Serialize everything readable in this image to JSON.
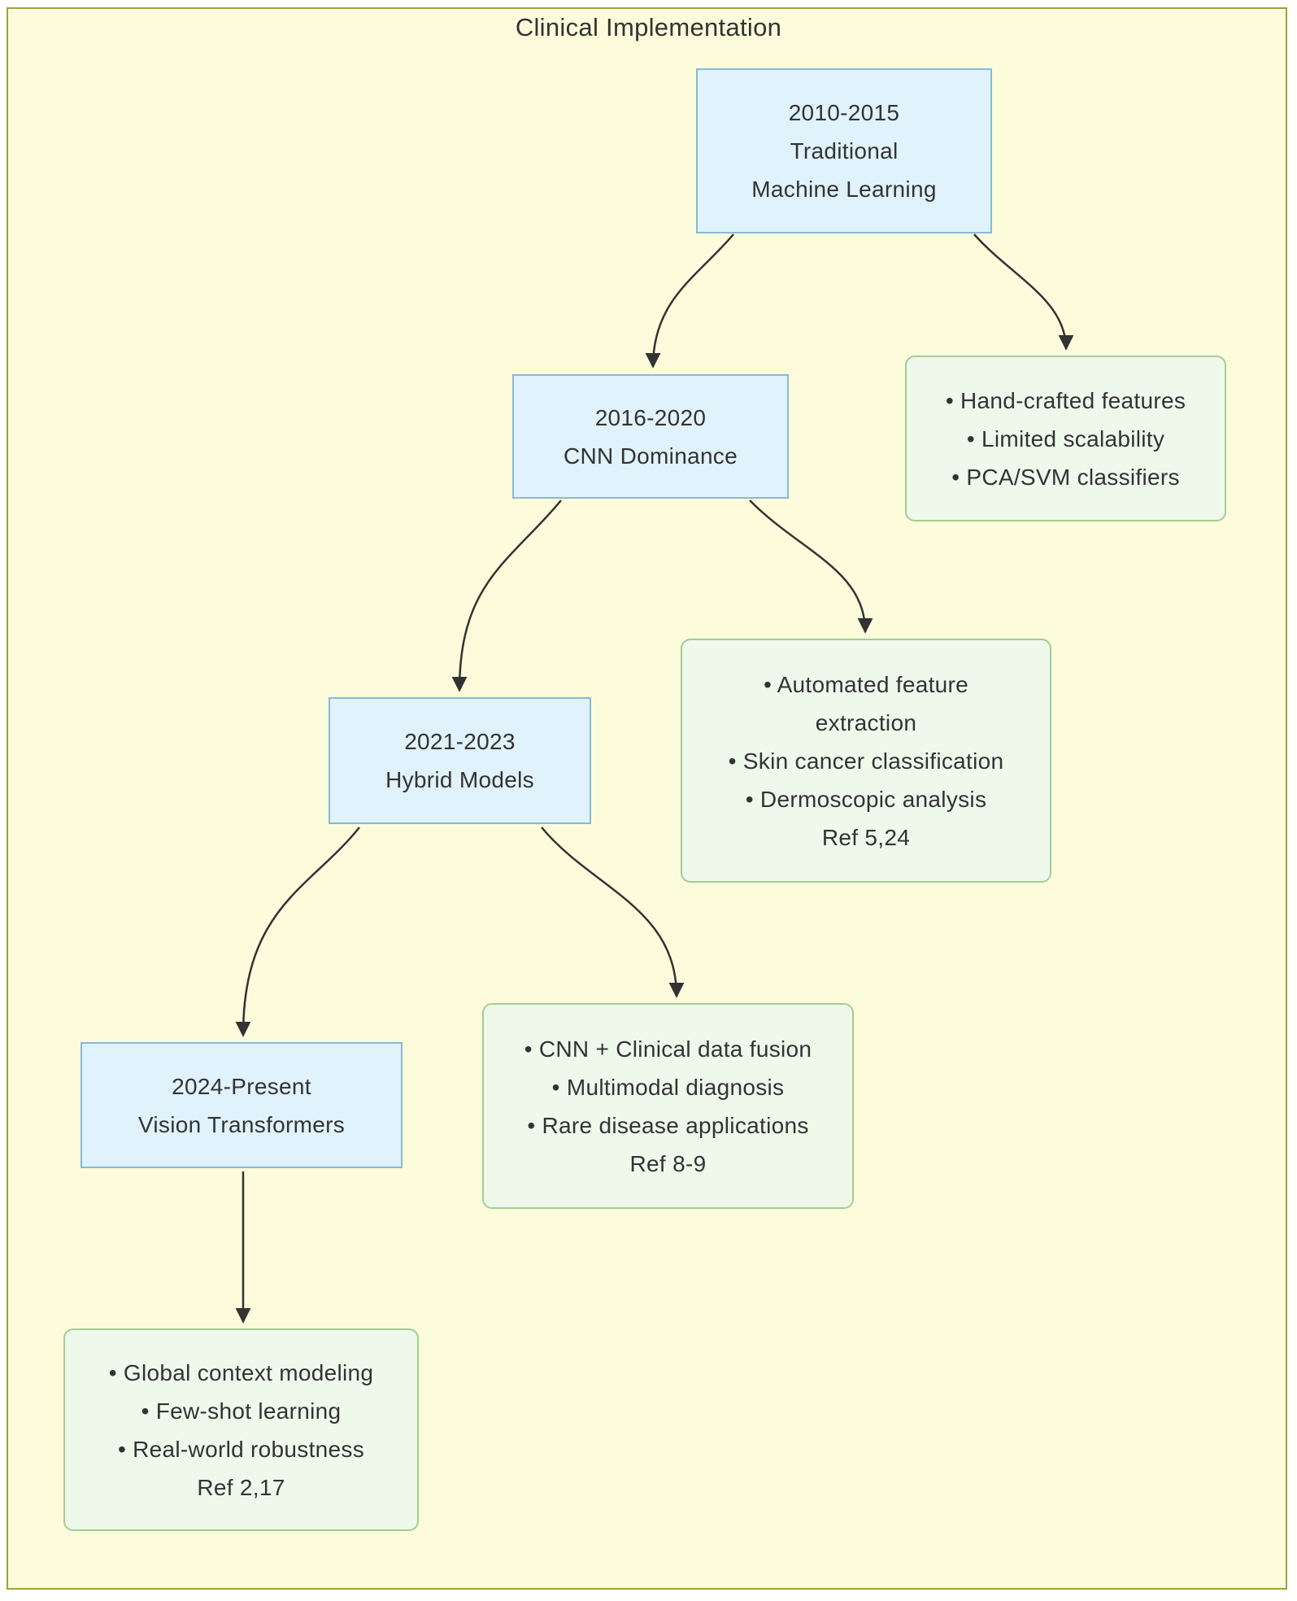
{
  "diagram": {
    "title": "Clinical Implementation",
    "colors": {
      "cluster_fill": "#fcfcdc",
      "cluster_border": "#9aa43a",
      "timeline_node_fill": "#e0f2fb",
      "timeline_node_border": "#86bad7",
      "detail_node_fill": "#eef8eb",
      "detail_node_border": "#a2ce92",
      "edge": "#333333",
      "text": "#333333"
    },
    "nodes": {
      "era_2010": {
        "lines": [
          "2010-2015",
          "Traditional",
          "Machine Learning"
        ]
      },
      "era_2016": {
        "lines": [
          "2016-2020",
          "CNN Dominance"
        ]
      },
      "era_2021": {
        "lines": [
          "2021-2023",
          "Hybrid Models"
        ]
      },
      "era_2024": {
        "lines": [
          "2024-Present",
          "Vision Transformers"
        ]
      },
      "note_2010": {
        "lines": [
          "• Hand-crafted features",
          "• Limited scalability",
          "• PCA/SVM classifiers"
        ]
      },
      "note_2016": {
        "lines": [
          "• Automated feature",
          "extraction",
          "• Skin cancer classification",
          "• Dermoscopic analysis",
          "Ref 5,24"
        ]
      },
      "note_2021": {
        "lines": [
          "• CNN + Clinical data fusion",
          "• Multimodal diagnosis",
          "• Rare disease applications",
          "Ref 8-9"
        ]
      },
      "note_2024": {
        "lines": [
          "• Global context modeling",
          "• Few-shot learning",
          "• Real-world robustness",
          "Ref 2,17"
        ]
      }
    }
  }
}
